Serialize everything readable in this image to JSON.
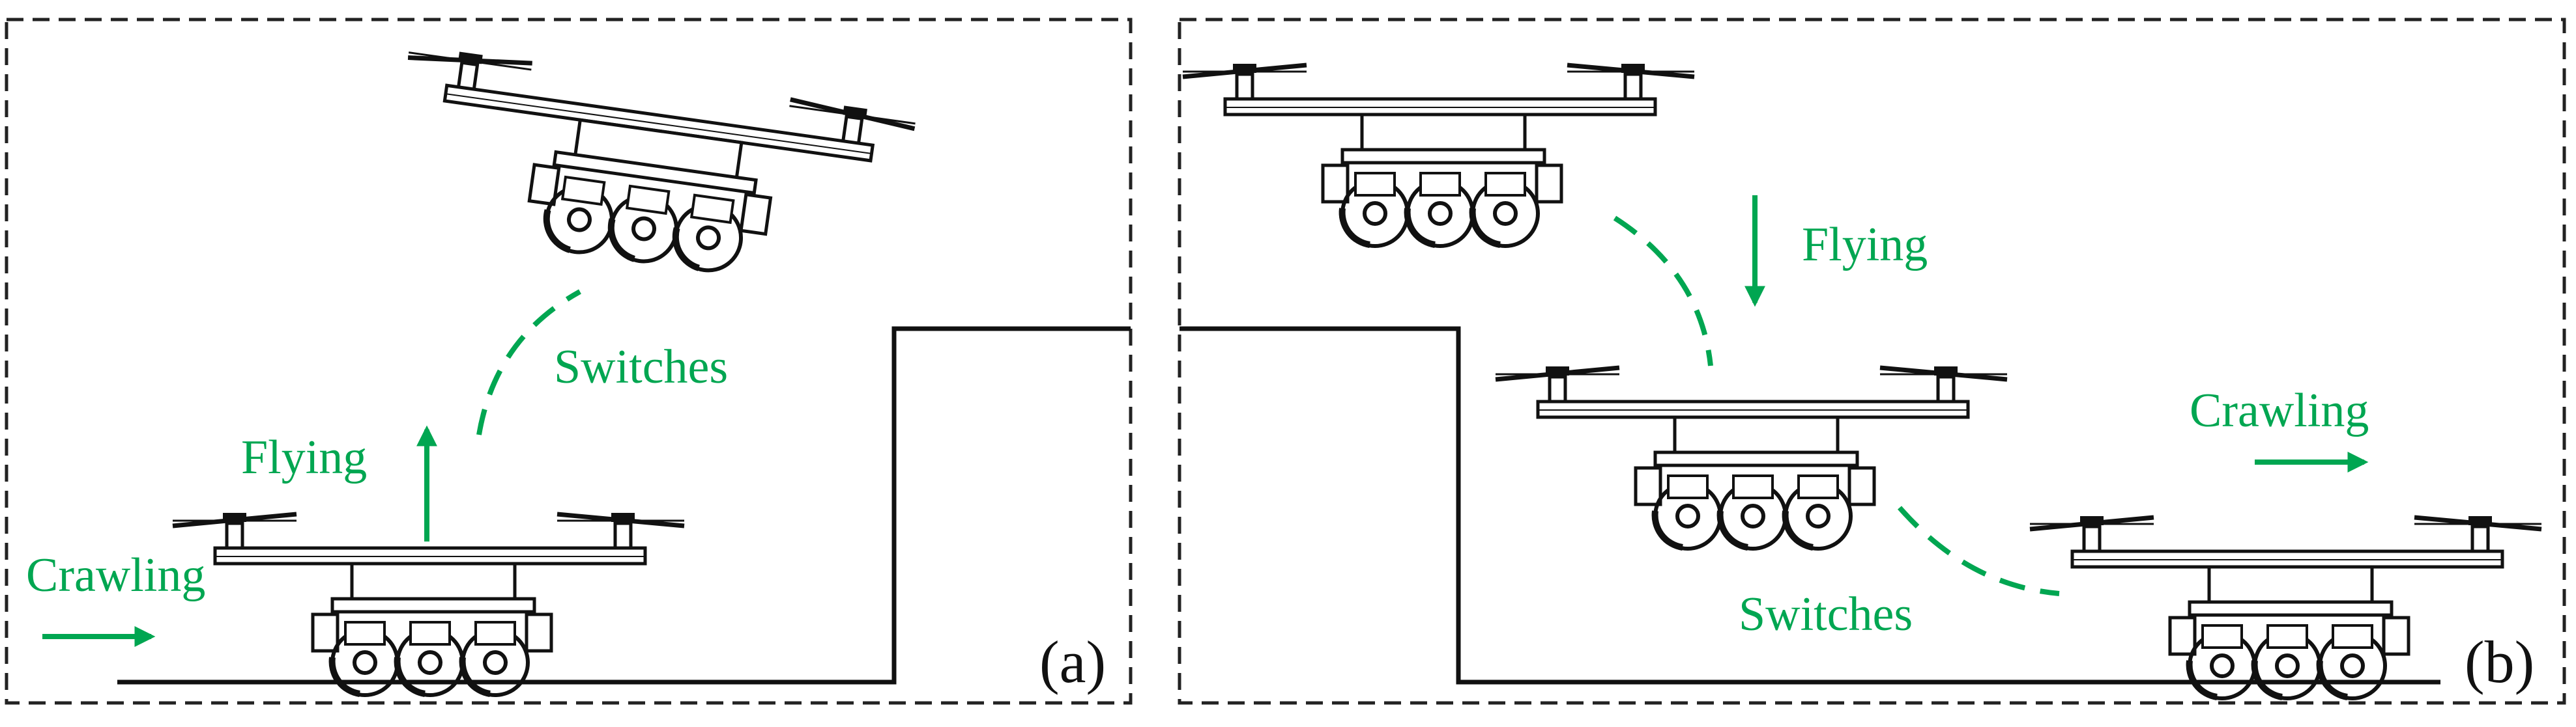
{
  "colors": {
    "accent": "#00a651",
    "line": "#111111",
    "frame": "#222222",
    "background": "#ffffff"
  },
  "panels": [
    {
      "id": "a",
      "label": "(a)",
      "texts": {
        "crawling": "Crawling",
        "flying": "Flying",
        "switches": "Switches"
      }
    },
    {
      "id": "b",
      "label": "(b)",
      "texts": {
        "flying": "Flying",
        "crawling": "Crawling",
        "switches": "Switches"
      }
    }
  ],
  "icons": [
    "drone-robot-icon",
    "direction-arrow-icon",
    "transition-path-icon"
  ]
}
